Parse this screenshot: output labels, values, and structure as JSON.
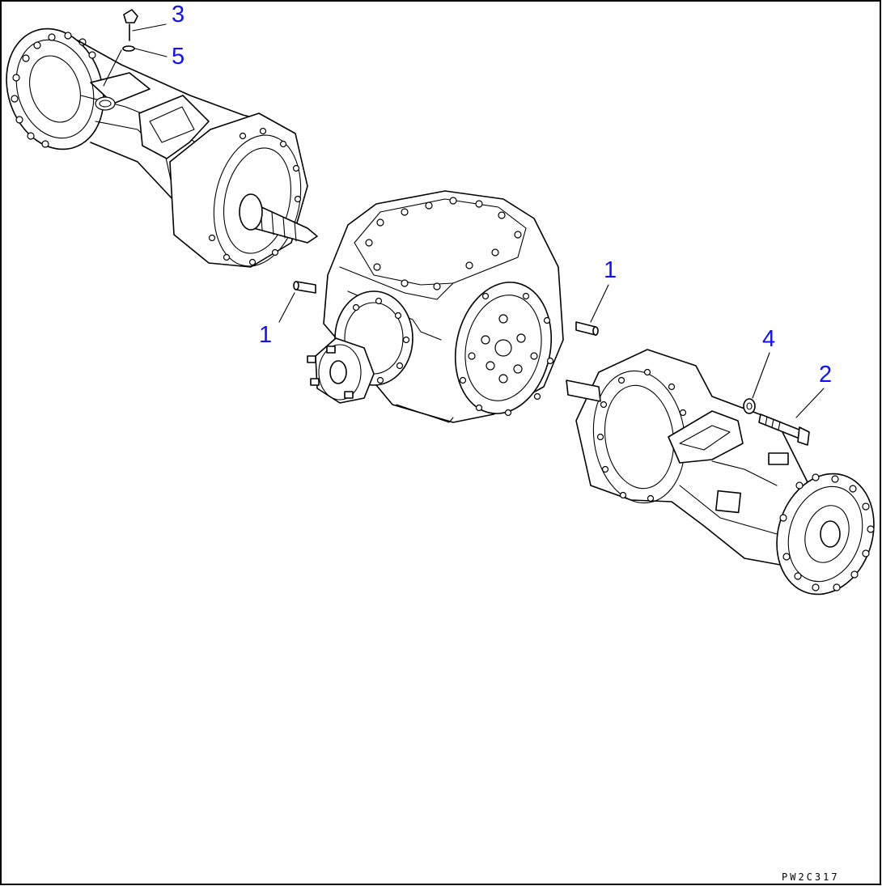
{
  "diagram": {
    "accent_color": "#1010ff",
    "callouts": [
      {
        "id": "c1a",
        "label": "1"
      },
      {
        "id": "c1b",
        "label": "1"
      },
      {
        "id": "c2",
        "label": "2"
      },
      {
        "id": "c3",
        "label": "3"
      },
      {
        "id": "c4",
        "label": "4"
      },
      {
        "id": "c5",
        "label": "5"
      }
    ],
    "drawing_code": "PW2C317",
    "parts": [
      "front-axle-housing",
      "differential-carrier",
      "rear-axle-housing",
      "dowel-pin",
      "bolt",
      "washer",
      "plug",
      "o-ring"
    ]
  }
}
